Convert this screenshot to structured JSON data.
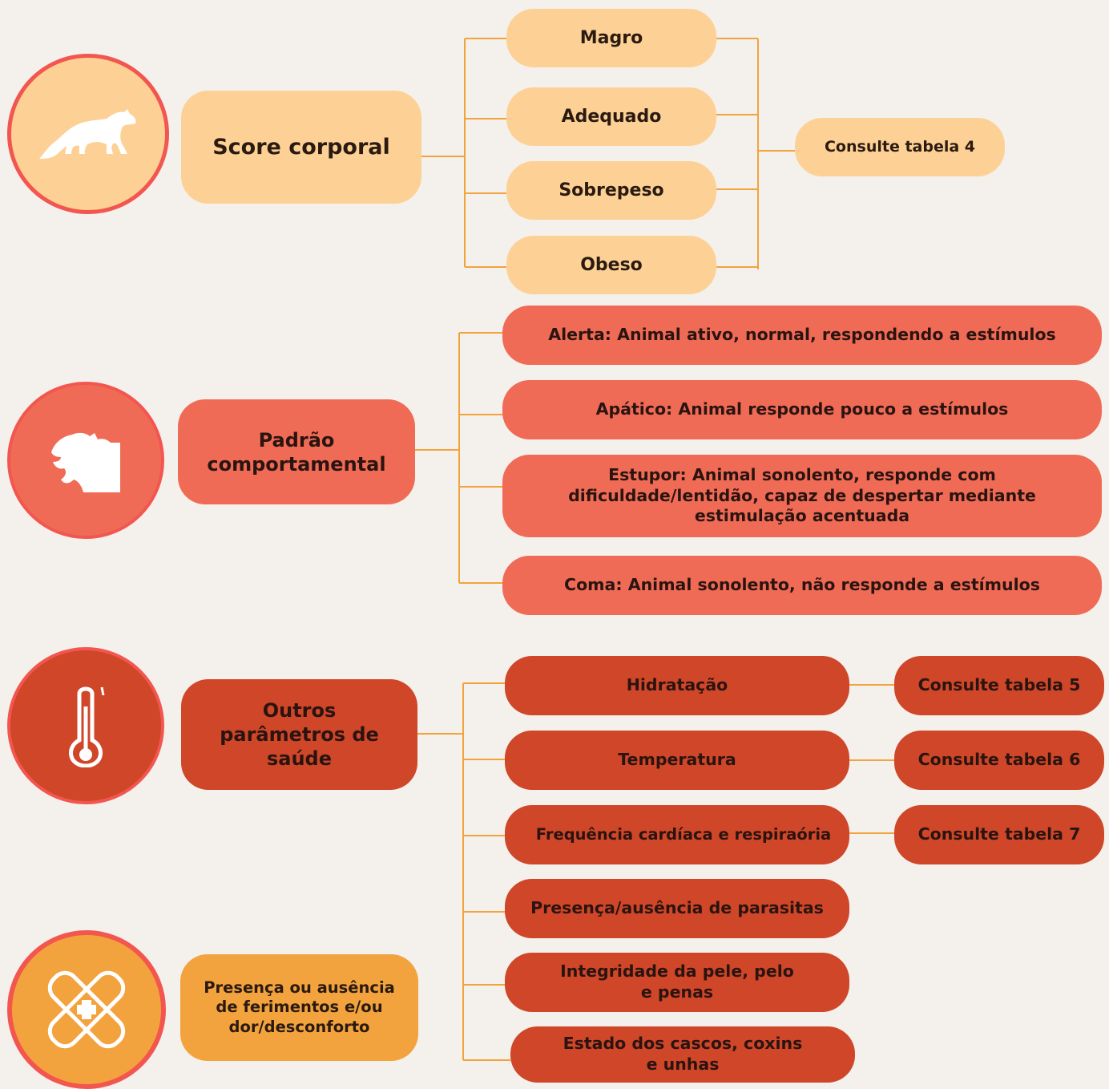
{
  "colors": {
    "background": "#f4f0ec",
    "light": "#fdd195",
    "coral": "#f06b56",
    "rust": "#cf4628",
    "orange": "#f3a33e",
    "circle_border": "#f2564f",
    "connector": "#f3a33e"
  },
  "icons": {
    "score": "puma-silhouette-icon",
    "behavior": "roaring-cat-head-icon",
    "health": "thermometer-icon",
    "wounds": "bandage-cross-icon"
  },
  "score": {
    "title": "Score corporal",
    "options": [
      "Magro",
      "Adequado",
      "Sobrepeso",
      "Obeso"
    ],
    "reference": "Consulte tabela 4"
  },
  "behavior": {
    "title": "Padrão comportamental",
    "states": [
      "Alerta: Animal ativo, normal, respondendo a estímulos",
      "Apático: Animal responde pouco a estímulos",
      "Estupor: Animal sonolento, responde com dificuldade/lentidão, capaz de despertar mediante estimulação acentuada",
      "Coma: Animal sonolento, não responde a estímulos"
    ]
  },
  "health": {
    "title": "Outros parâmetros de saúde",
    "items": [
      "Hidratação",
      "Temperatura",
      "Frequência cardíaca e respiraória",
      "Presença/ausência de parasitas",
      "Integridade da pele, pelo e penas",
      "Estado dos cascos, coxins e unhas"
    ],
    "references": [
      "Consulte tabela 5",
      "Consulte tabela 6",
      "Consulte tabela 7"
    ]
  },
  "wounds": {
    "title": "Presença ou ausência de ferimentos e/ou dor/desconforto"
  }
}
